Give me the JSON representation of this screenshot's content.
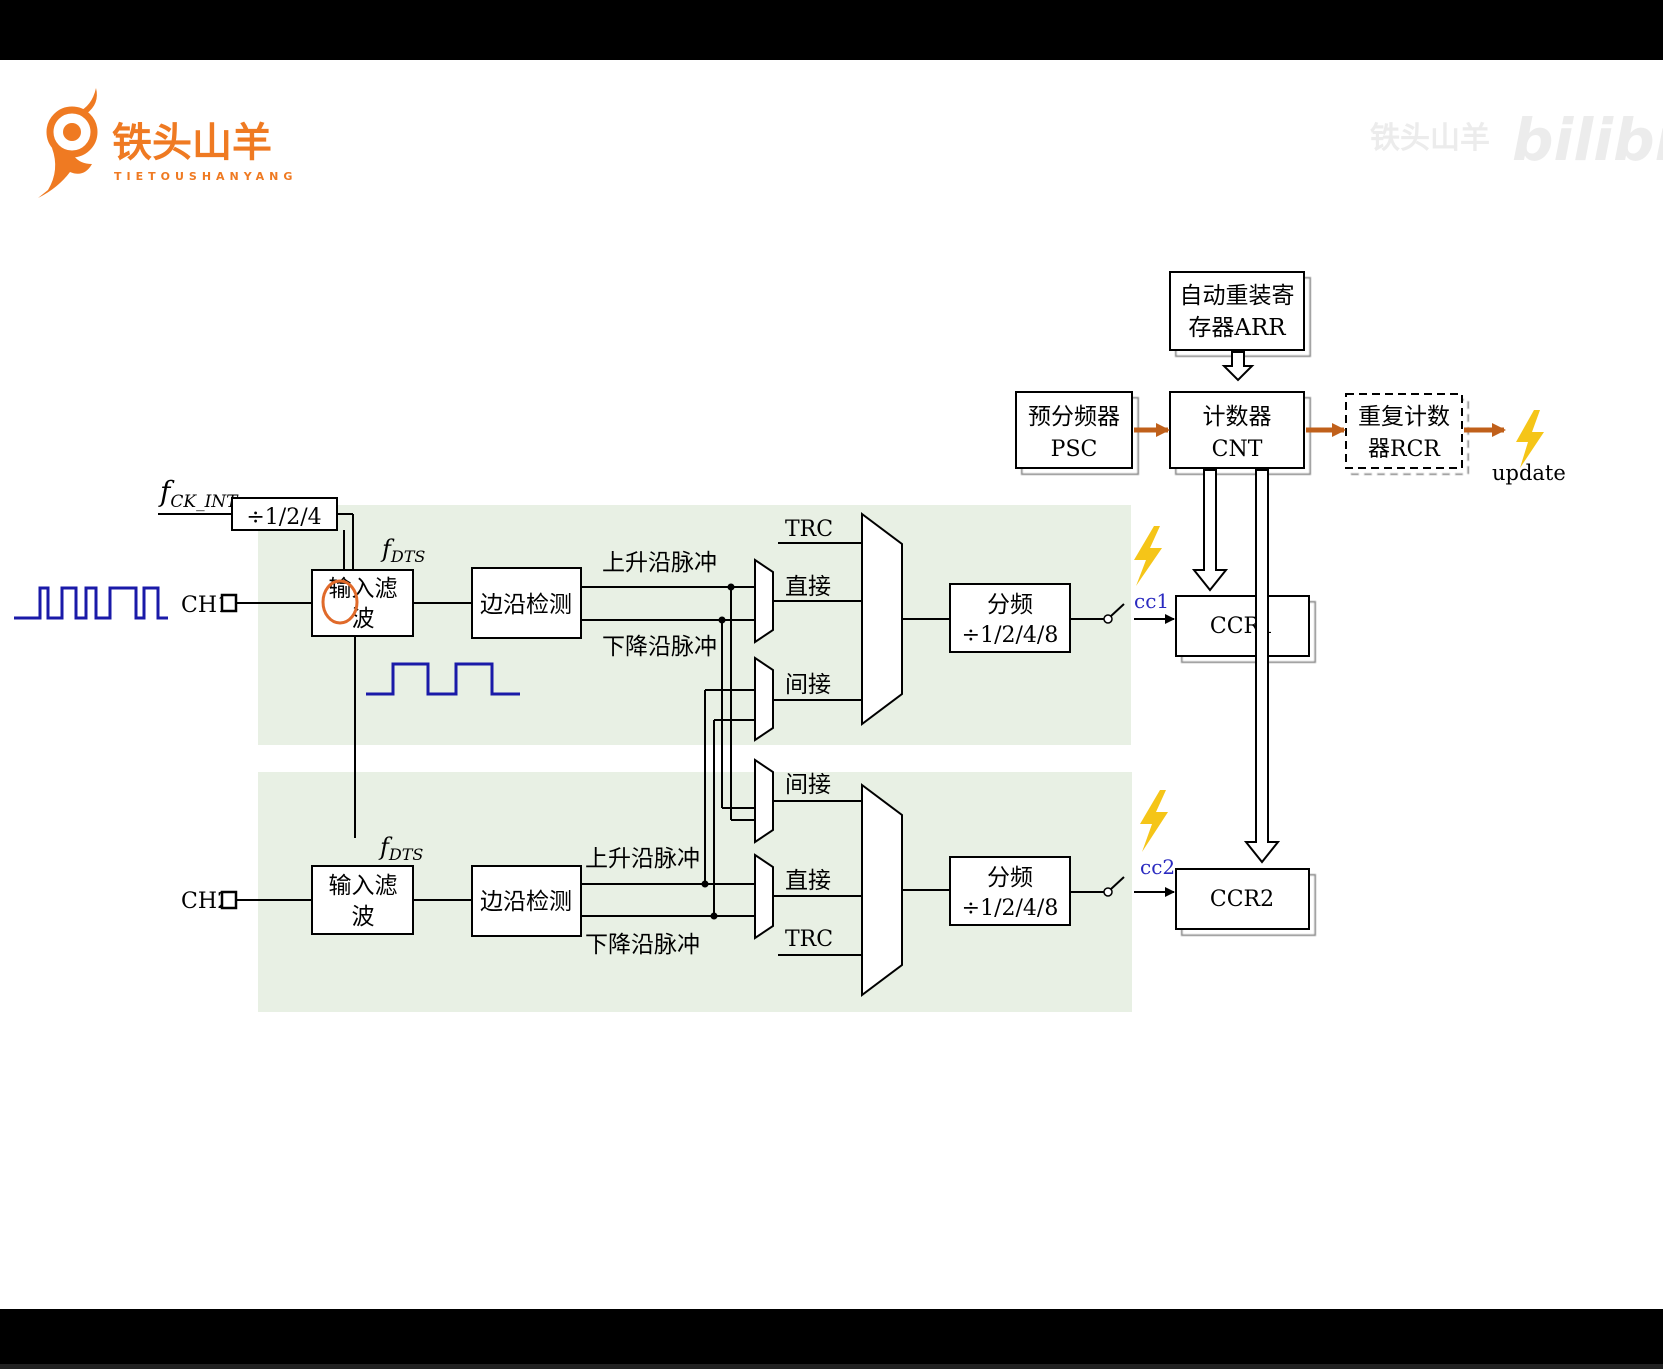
{
  "logo": {
    "name_cn": "铁头山羊",
    "name_en": "TIETOUSHANYANG"
  },
  "watermark": {
    "channel": "铁头山羊",
    "site": "bilibili"
  },
  "clock": {
    "label": "f",
    "subscript": "CK_INT",
    "divider": "÷1/2/4"
  },
  "fdts": {
    "label": "f",
    "subscript": "DTS"
  },
  "channels": {
    "ch1": "CH1",
    "ch2": "CH2"
  },
  "blocks": {
    "filter_line1": "输入滤",
    "filter_line2": "波",
    "edge_detect": "边沿检测",
    "rising": "上升沿脉冲",
    "falling": "下降沿脉冲",
    "trc": "TRC",
    "direct": "直接",
    "indirect": "间接",
    "prescaler_line1": "分频",
    "prescaler_line2": "÷1/2/4/8"
  },
  "timebase": {
    "arr_line1": "自动重装寄",
    "arr_line2": "存器ARR",
    "psc_line1": "预分频器",
    "psc_line2": "PSC",
    "cnt_line1": "计数器",
    "cnt_line2": "CNT",
    "rcr_line1": "重复计数",
    "rcr_line2": "器RCR",
    "update": "update"
  },
  "capture": {
    "cc1": "cc1",
    "cc2": "cc2",
    "ccr1": "CCR1",
    "ccr2": "CCR2"
  },
  "colors": {
    "channel_bg": "#e8f0e4",
    "arrow_orange": "#c0601a",
    "lightning": "#f5c518",
    "signal_blue": "#1a1aa8",
    "cc_label": "#2a2ac0",
    "logo_orange": "#ef7a22",
    "highlight_circle": "#e06a2a"
  }
}
